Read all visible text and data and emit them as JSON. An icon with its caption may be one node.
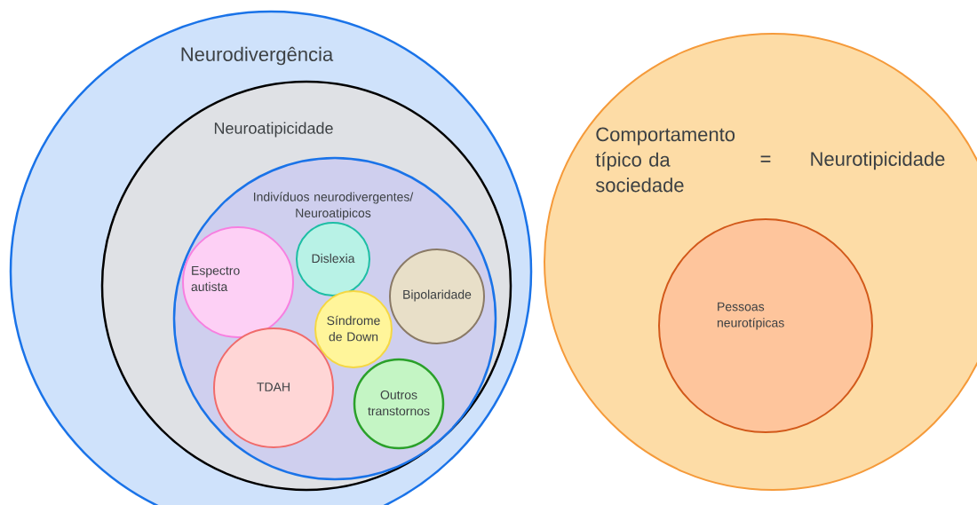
{
  "diagram": {
    "nodes": [
      {
        "text": [
          "Neurodivergência"
        ]
      },
      {
        "text": [
          "Neuroatipicidade"
        ],
        "in": 0
      },
      {
        "text": [
          "Indivíduos neurodivergentes/ Neuroatipicos"
        ],
        "in": 1
      },
      {
        "text": [
          "Espectro autista"
        ],
        "in": 2
      },
      {
        "text": [
          "Dislexia"
        ],
        "in": 2
      },
      {
        "text": [
          "Bipolaridade"
        ],
        "in": 2
      },
      {
        "text": [
          "Síndrome de Down"
        ],
        "in": 2
      },
      {
        "text": [
          "TDAH"
        ],
        "in": 2
      },
      {
        "text": [
          "Outros transtornos"
        ],
        "in": 2
      },
      {
        "text": [
          "Comportamento típico da sociedade",
          "=",
          "Neurotipicidade"
        ]
      },
      {
        "text": [
          "Pessoas neurotípicas"
        ],
        "in": 9
      }
    ],
    "edges": []
  }
}
